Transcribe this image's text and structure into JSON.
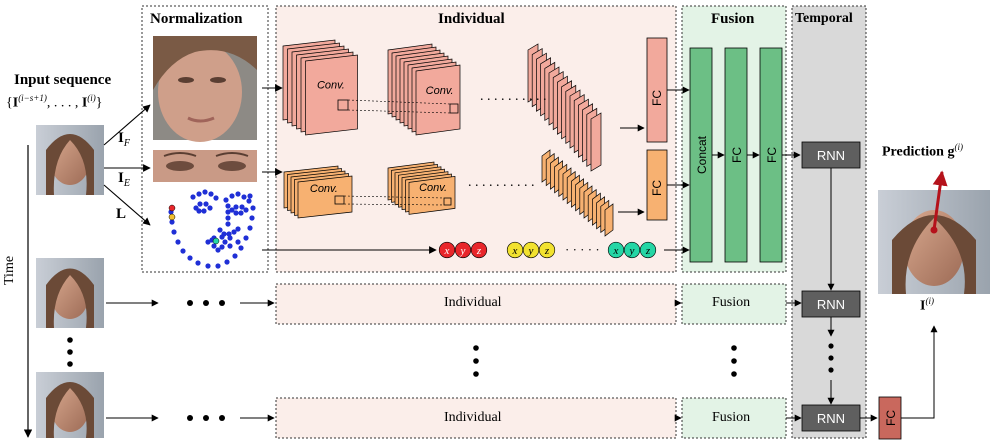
{
  "sections": {
    "normalization": "Normalization",
    "individual": "Individual",
    "fusion": "Fusion",
    "temporal": "Temporal"
  },
  "input": {
    "title": "Input sequence",
    "sequence_notation": "{I^(i−s+1), . . . , I^(i)}",
    "time_label": "Time"
  },
  "branch_labels": {
    "face": "I_F",
    "eyes": "I_E",
    "landmarks": "L"
  },
  "blocks": {
    "conv": "Conv.",
    "fc": "FC",
    "concat": "Concat",
    "rnn": "RNN",
    "individual_collapsed": "Individual",
    "fusion_collapsed": "Fusion"
  },
  "landmark_coords": [
    "x",
    "y",
    "z"
  ],
  "prediction": {
    "label": "Prediction g^(i)",
    "image_label": "I^(i)"
  },
  "colors": {
    "normalization_bg": "#ffffff",
    "individual_bg": "#fbeeea",
    "fusion_bg": "#e3f3e6",
    "temporal_bg": "#d9d9d9",
    "face_conv": "#f2a99c",
    "eye_conv": "#f7b171",
    "fusion_fc": "#6cbf85",
    "rnn": "#5f5f5f",
    "fc_final": "#c9685d",
    "coord_x": "#e8262b",
    "coord_y": "#f2e22f",
    "coord_z": "#25d6a5",
    "landmark_dot": "#1f2fd6",
    "gaze_arrow": "#b5121b"
  }
}
